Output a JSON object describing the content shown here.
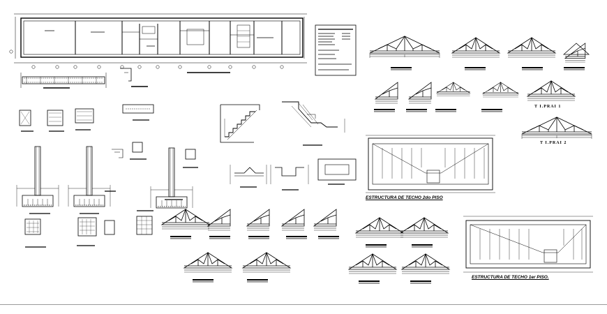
{
  "labels": {
    "roof_2nd": "ESTRUCTURA DE TECHO 2do PISO",
    "roof_1st": "ESTRUCTURA DE TECHO 1er PISO.",
    "truss_1": "T I.PRAI  1",
    "truss_2": "T I.PRAI  2"
  },
  "colors": {
    "ink": "#000000",
    "paper": "#ffffff",
    "rule": "#9a9a9a"
  }
}
